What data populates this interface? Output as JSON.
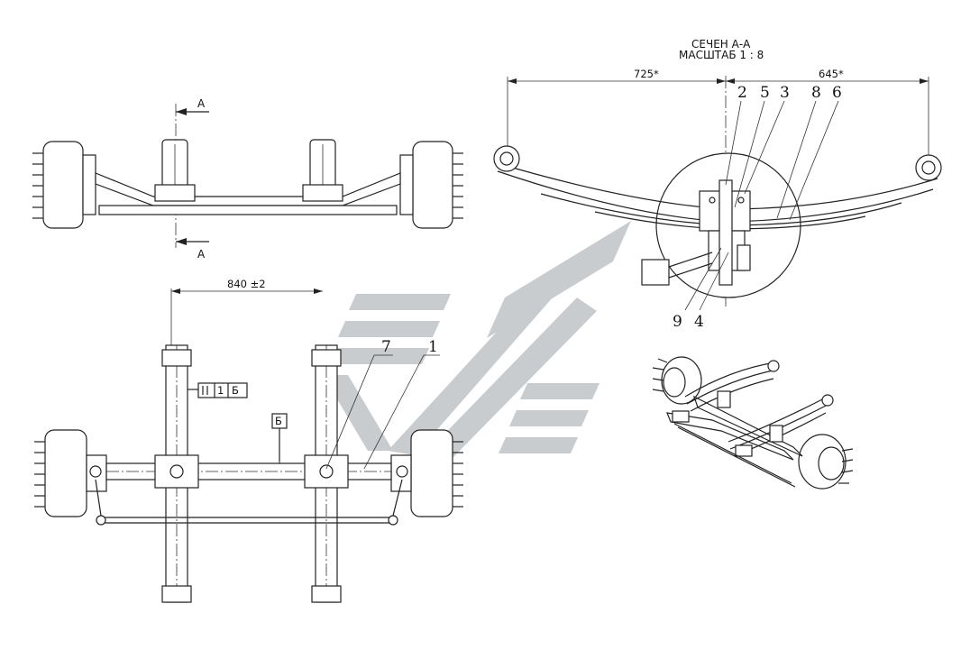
{
  "section": {
    "title": "СЕЧЕН А-А",
    "scale": "МАСШТАБ 1 : 8"
  },
  "dimensions": {
    "left_span": "725*",
    "right_span": "645*",
    "center_distance": "840 ±2"
  },
  "section_markers": {
    "top": "А",
    "bottom": "А"
  },
  "datum": {
    "label": "Б",
    "tolerance_box": [
      "1",
      "Б"
    ]
  },
  "callouts": {
    "c1": "1",
    "c2": "2",
    "c3": "3",
    "c4": "4",
    "c5": "5",
    "c6": "6",
    "c7": "7",
    "c8": "8",
    "c9": "9"
  },
  "colors": {
    "line": "#222222",
    "watermark": "#c9cccf"
  }
}
